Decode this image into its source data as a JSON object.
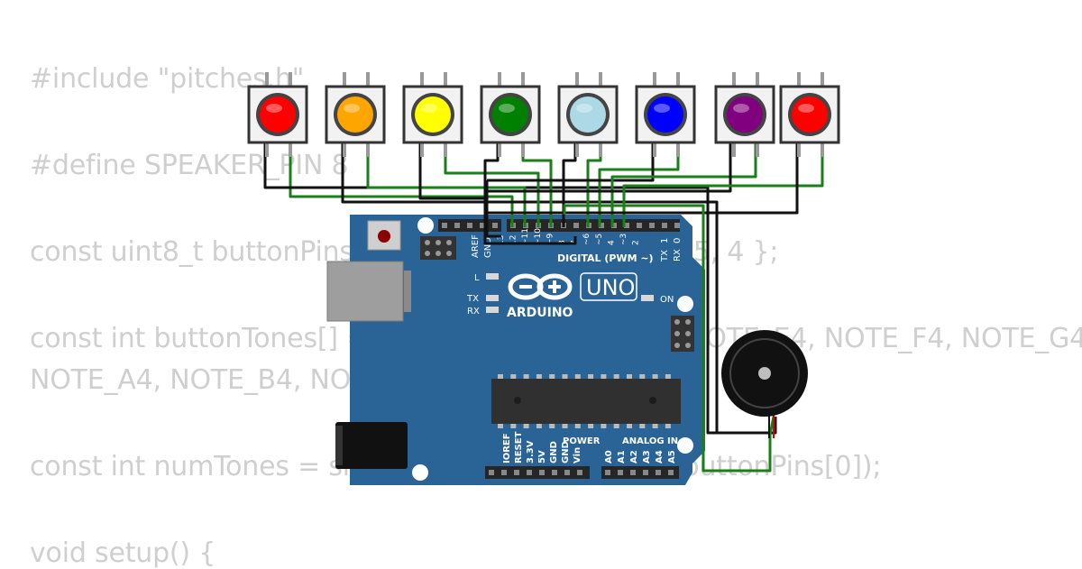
{
  "code_lines": [
    "#include \"pitches.h\"",
    "#define SPEAKER_PIN 8",
    "const uint8_t buttonPins[] = { 12, 11, 10, 9, 7, 6, 5, 4 };",
    "const int buttonTones[] = { NOTE_C4, NOTE_D4, NOTE_E4, NOTE_F4, NOTE_G4,",
    "NOTE_A4, NOTE_B4, NOTE_C5 };",
    "const int numTones = sizeof(buttonPins) / sizeof(buttonPins[0]);",
    "void setup() {"
  ],
  "board": {
    "header_left": "AREF",
    "header_gnd": "GND",
    "digital_title": "DIGITAL (PWM ~)",
    "tx_label": "TX",
    "rx_label": "RX",
    "pin_zero": "0",
    "pin_one": "1",
    "digital_pins": [
      "13",
      "12",
      "~11",
      "~10",
      "~9",
      "8",
      "7",
      "~6",
      "~5",
      "4",
      "~3",
      "2"
    ],
    "led_l": "L",
    "led_tx": "TX",
    "led_rx": "RX",
    "logo_text": "ARDUINO",
    "model": "UNO",
    "on_label": "ON",
    "power_title": "POWER",
    "analog_title": "ANALOG IN",
    "power_pins": [
      "IOREF",
      "RESET",
      "3.3V",
      "5V",
      "GND",
      "GND",
      "Vin"
    ],
    "analog_pins": [
      "A0",
      "A1",
      "A2",
      "A3",
      "A4",
      "A5"
    ]
  },
  "buttons": [
    {
      "color": "#ff0000"
    },
    {
      "color": "#ffa500"
    },
    {
      "color": "#ffff00"
    },
    {
      "color": "#008000"
    },
    {
      "color": "#add8e6"
    },
    {
      "color": "#0000ff"
    },
    {
      "color": "#800080"
    },
    {
      "color": "#ff0000"
    }
  ],
  "colors": {
    "board": "#2a6496",
    "wire_green": "#1a7f1a",
    "wire_black": "#111111",
    "code_text": "#cfcfcf"
  }
}
